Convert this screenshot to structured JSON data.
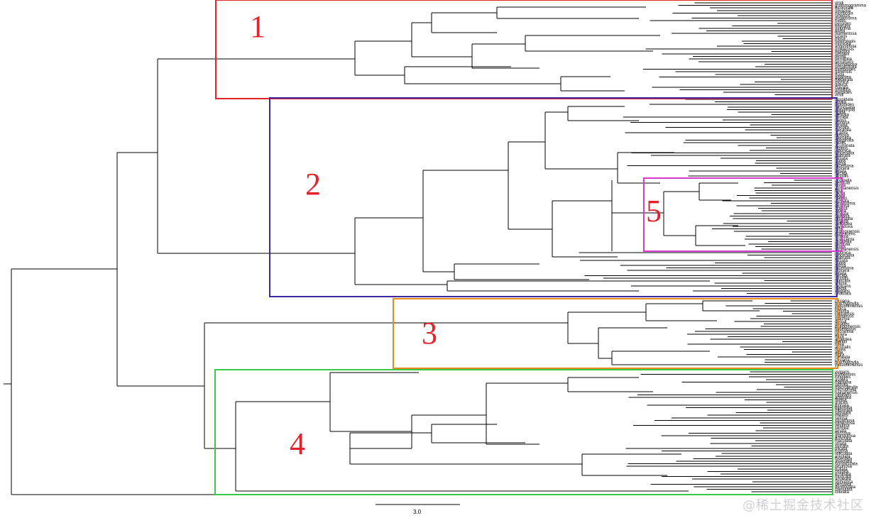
{
  "figure": {
    "clades": [
      {
        "id": "1",
        "label": "1",
        "color": "#e52229"
      },
      {
        "id": "2",
        "label": "2",
        "color": "#3b2aa0"
      },
      {
        "id": "3",
        "label": "3",
        "color": "#e98a20"
      },
      {
        "id": "4",
        "label": "4",
        "color": "#3cc84a"
      },
      {
        "id": "5",
        "label": "5",
        "color": "#d93ad0"
      }
    ],
    "number_color": "#e52229",
    "scale_bar": {
      "label": "3.0",
      "length": 3.0
    },
    "tip_labels": {
      "clade1": [
        "vindi",
        "grammogramma",
        "bicolorata",
        "olivacea",
        "monticola",
        "sinensis",
        "ornatissima",
        "loides",
        "peroides",
        "neptuna",
        "ovaxima",
        "nivea",
        "filamentosa",
        "lucens",
        "mosa",
        "heterolepis",
        "monicea",
        "angustifolia",
        "omeiensis",
        "lepidota",
        "simplex",
        "tenuis",
        "tenuifolia",
        "tenuifrons",
        "thorndulosa",
        "simplicifolia",
        "bamboides",
        "gariensis",
        "nuda",
        "gigantea",
        "moderata",
        "monica",
        "glauca",
        "clavata",
        "umbilica",
        "meloides"
      ],
      "clade2": [
        "cuspidata",
        "vittata",
        "lepidoides",
        "formosana",
        "platyphylla",
        "rigida",
        "dentata",
        "serrata",
        "nanus",
        "spinosa",
        "tenella",
        "crenata",
        "oleracea",
        "scabra",
        "ramosa",
        "caerulea",
        "marginata",
        "mollis",
        "acuminata",
        "repens",
        "japonica",
        "lanceolata",
        "glabrata",
        "hirsuta",
        "ciliata",
        "pilosa",
        "racemosa",
        "procera",
        "lobata",
        "falcata",
        "sessilis",
        "truncata",
        "villosa",
        "radicans",
        "media",
        "elegans",
        "undulata",
        "obtusa",
        "tricolor",
        "rubra",
        "palustris",
        "variabilis",
        "costata",
        "erecta",
        "incisa",
        "lucida",
        "imbricata",
        "elongata",
        "flexuosa",
        "crispa",
        "ovata",
        "stricta",
        "tortuosa",
        "nitida",
        "sagittata",
        "caudata",
        "polypodioides",
        "fasciculata"
      ],
      "clade5": [
        "uncinella",
        "pendula",
        "aurita",
        "yunnanensis",
        "laxa",
        "minor",
        "major",
        "fragilis",
        "cordata",
        "tenuissima",
        "excelsa",
        "crassa",
        "alpina",
        "sinuata",
        "taiwana",
        "rotundata",
        "hispida",
        "deltoidea",
        "paradoxa",
        "rufa",
        "guangxiensis",
        "pubescens",
        "viridula",
        "virescenta"
      ],
      "clade3": [
        "crisiana",
        "brachyphylla",
        "yakushimensis",
        "indica",
        "robusta",
        "liukiuensis",
        "siamensis",
        "stachya",
        "densa",
        "ovoides",
        "philippinensis",
        "fukienensis",
        "micrantha",
        "tenera",
        "flava",
        "argentea",
        "davidii",
        "lutea",
        "australis",
        "rosea",
        "alba",
        "nigra",
        "cuneata"
      ],
      "clade4": [
        "vulgaris",
        "borneensis",
        "longipes",
        "aspera",
        "montana",
        "latifolia",
        "macrophylla",
        "microphylla",
        "hainanensis",
        "capillaris",
        "angulata",
        "filicina",
        "gracilis",
        "pinnata",
        "bipinnata",
        "tripinnata",
        "subulata",
        "linearis",
        "setosa",
        "squamosa",
        "tomentosa",
        "velutina",
        "sericea",
        "lanata",
        "floccosa",
        "glandulosa",
        "punctata",
        "maculata",
        "striata",
        "sulcata",
        "plicata",
        "rugosa",
        "reticulata",
        "areolata",
        "foveolata",
        "alveolata",
        "scrobiculata",
        "lacunosa",
        "bullata",
        "cristata",
        "echinata",
        "muricata",
        "aculeata",
        "spinulosa",
        "serrulata",
        "denticulata",
        "crenulata",
        "ciliolata",
        "fimbriata",
        "laciniata",
        "pectinata",
        "dissecta",
        "partita",
        "fissa",
        "lobulata",
        "palmata",
        "digitata",
        "pedata",
        "ternata",
        "quinata",
        "septata",
        "nodosa",
        "articulata",
        "lycopodioides",
        "schizoides",
        "shimensis"
      ]
    }
  },
  "watermark": "@稀土掘金技术社区"
}
